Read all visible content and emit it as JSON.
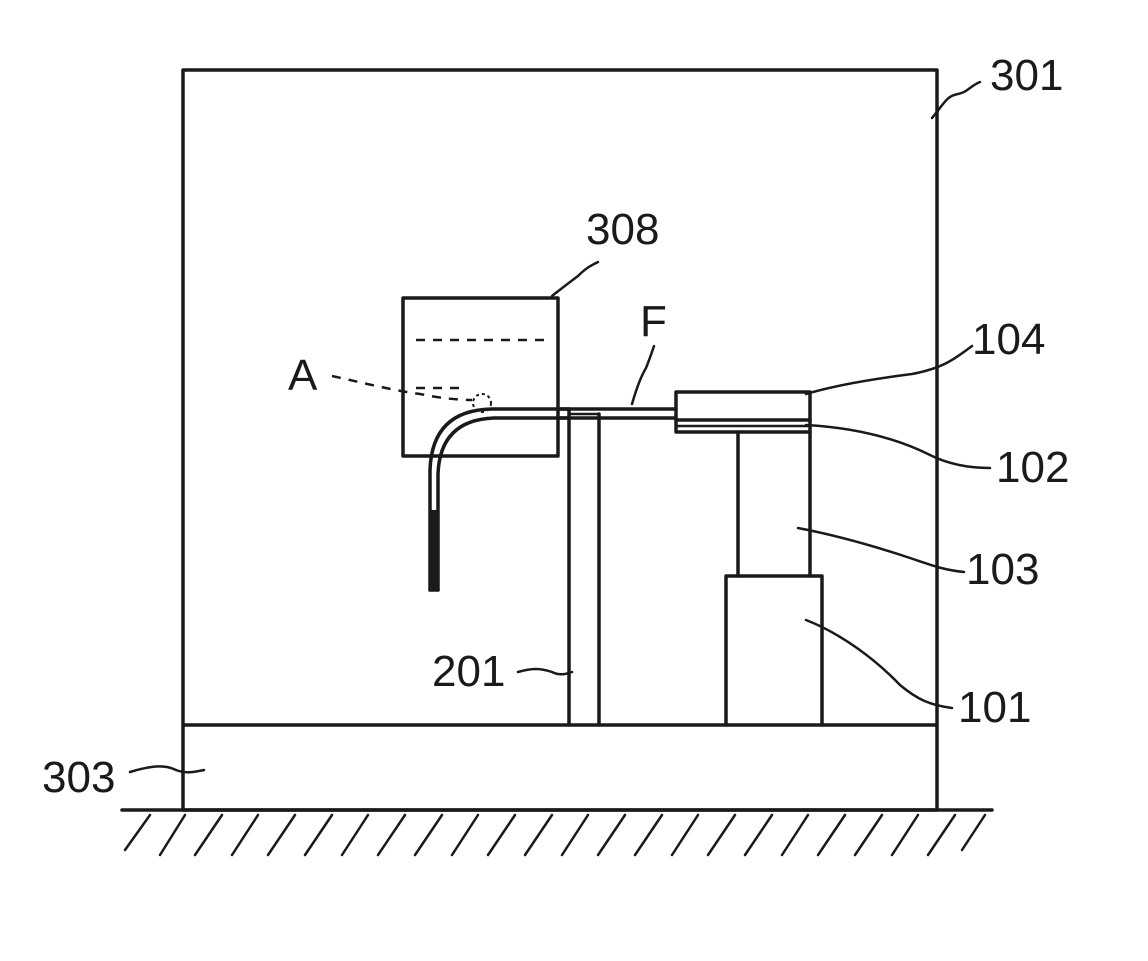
{
  "labels": {
    "housing": "301",
    "block_upper": "308",
    "fiber_marker": "F",
    "point_marker": "A",
    "top_plate": "104",
    "plate_layer": "102",
    "post": "103",
    "base_block": "101",
    "support_column": "201",
    "base_platform": "303"
  }
}
